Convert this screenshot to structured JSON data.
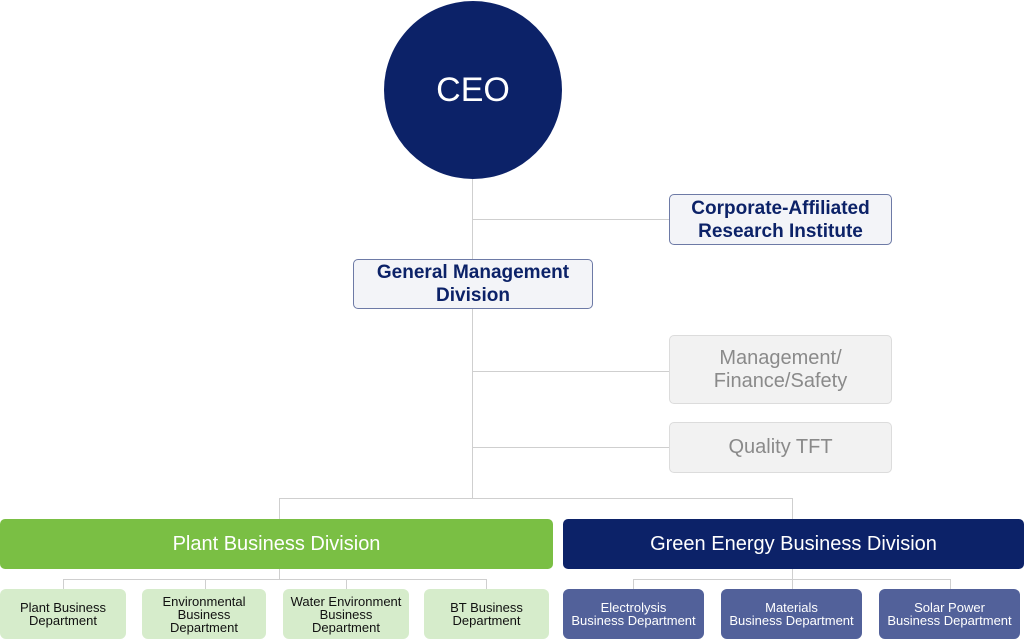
{
  "ceo": {
    "label": "CEO"
  },
  "research_institute": {
    "label": "Corporate-Affiliated\nResearch Institute"
  },
  "general_management": {
    "label": "General Management\nDivision"
  },
  "support_units": [
    {
      "label": "Management/\nFinance/Safety"
    },
    {
      "label": "Quality TFT"
    }
  ],
  "divisions": [
    {
      "label": "Plant Business Division",
      "color": "#7abf44",
      "departments": [
        {
          "label": "Plant Business\nDepartment"
        },
        {
          "label": "Environmental\nBusiness\nDepartment"
        },
        {
          "label": "Water Environment\nBusiness\nDepartment"
        },
        {
          "label": "BT Business\nDepartment"
        }
      ]
    },
    {
      "label": "Green Energy Business Division",
      "color": "#0c2268",
      "departments": [
        {
          "label": "Electrolysis\nBusiness Department"
        },
        {
          "label": "Materials\nBusiness Department"
        },
        {
          "label": "Solar Power\nBusiness Department"
        }
      ]
    }
  ],
  "colors": {
    "navy": "#0c2268",
    "green": "#7abf44",
    "dept_green_bg": "#d6eccb",
    "dept_blue_bg": "#52619a",
    "grey_box_bg": "#f2f2f2",
    "connector": "#cfcfcf"
  }
}
